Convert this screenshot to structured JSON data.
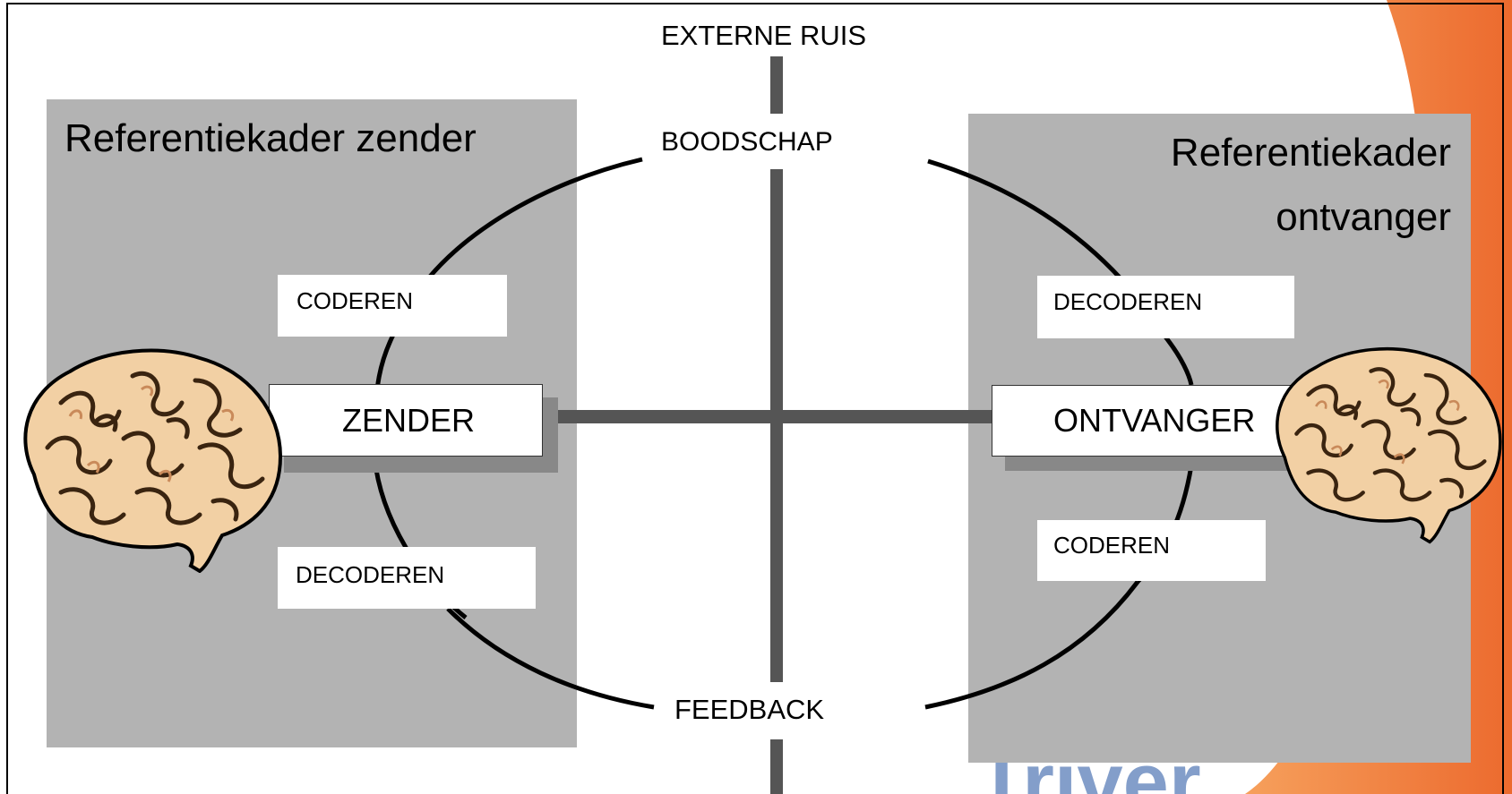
{
  "diagram": {
    "noise_label": "EXTERNE RUIS",
    "message_label": "BOODSCHAP",
    "feedback_label": "FEEDBACK",
    "sender_frame_title": "Referentiekader zender",
    "receiver_frame_title_line1": "Referentiekader",
    "receiver_frame_title_line2": "ontvanger",
    "sender_label": "ZENDER",
    "receiver_label": "ONTVANGER",
    "sender_encode": "CODEREN",
    "sender_decode": "DECODEREN",
    "receiver_decode": "DECODEREN",
    "receiver_encode": "CODEREN",
    "watermark": "Triver"
  },
  "colors": {
    "frame_gray": "#b3b3b3",
    "line_dark": "#555555",
    "accent_orange": "#f07a3c",
    "watermark_blue": "#1e4fa0"
  }
}
